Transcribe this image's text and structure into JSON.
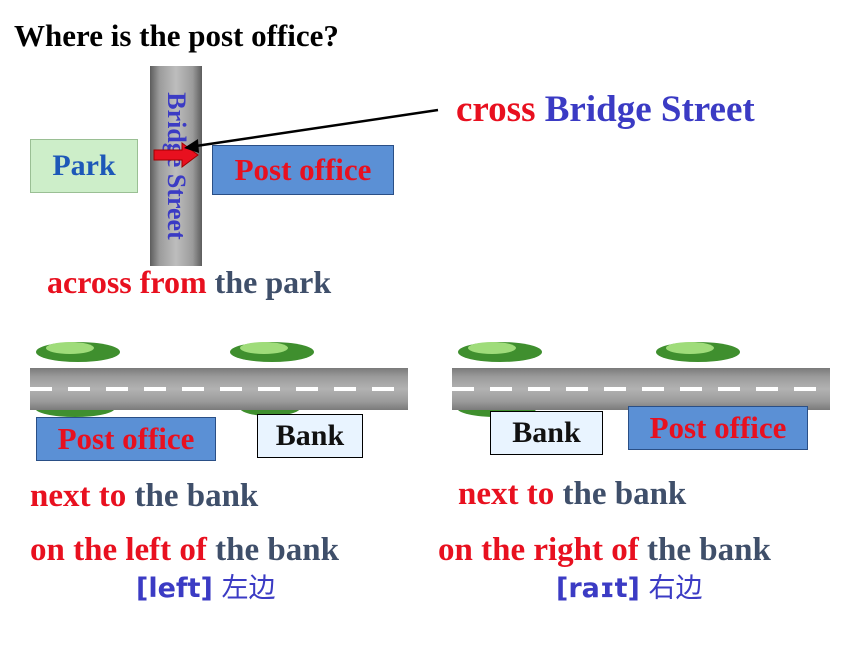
{
  "title": "Where is the post office?",
  "top_scene": {
    "street_label": "Bridge Street",
    "park_label": "Park",
    "post_office_label": "Post office",
    "cross_word": "cross",
    "cross_street": "Bridge Street",
    "across_phrase": "across from",
    "across_object": "the park"
  },
  "left_scene": {
    "post_office_label": "Post office",
    "bank_label": "Bank",
    "next_phrase": "next to",
    "next_object": "the bank",
    "position_phrase": "on the left of",
    "position_object": "the bank",
    "pronunciation": "[left]",
    "chinese": "左边"
  },
  "right_scene": {
    "post_office_label": "Post office",
    "bank_label": "Bank",
    "next_phrase": "next to",
    "next_object": "the bank",
    "position_phrase": "on the right of",
    "position_object": "the bank",
    "pronunciation": "[raɪt]",
    "chinese": "右边"
  },
  "colors": {
    "phrase_red": "#e8101f",
    "object_gray": "#3f4f6a",
    "street_blue": "#3b3bc4",
    "box_blue": "#5b90d5",
    "park_green": "#cdeec9"
  }
}
